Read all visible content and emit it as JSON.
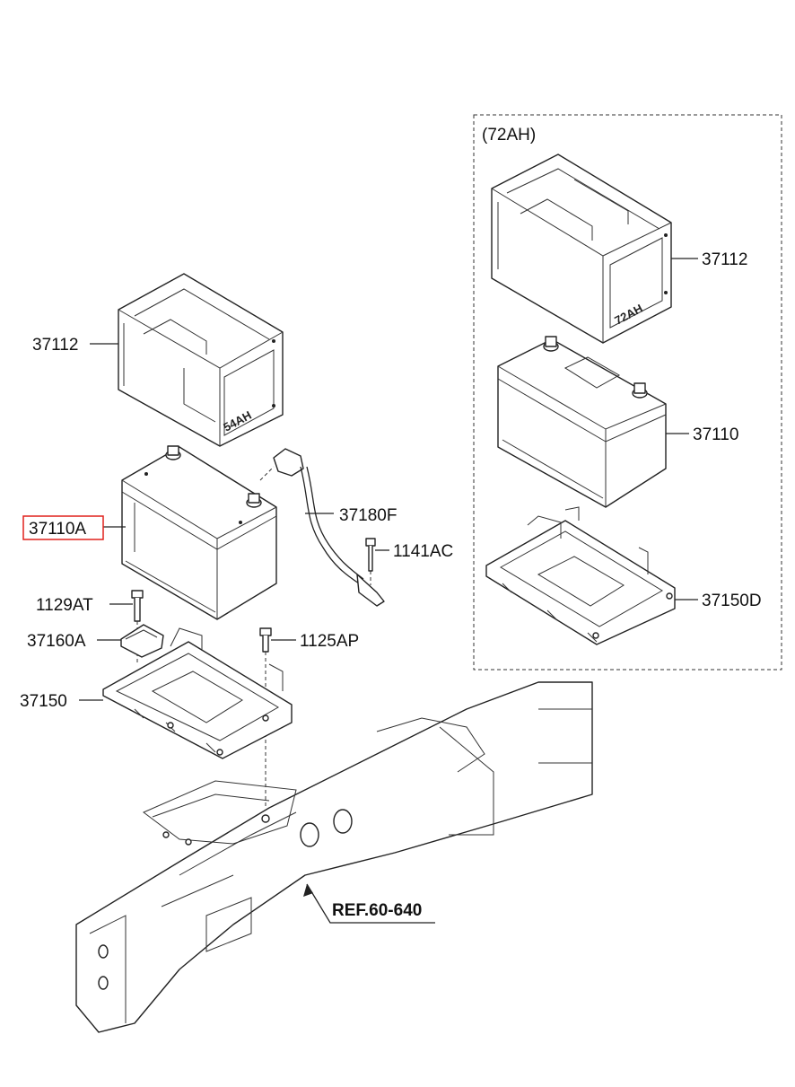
{
  "variant_box": {
    "title": "(72AH)"
  },
  "labels": {
    "p37112_left": "37112",
    "p37110a": "37110A",
    "p37180f": "37180F",
    "p1141ac": "1141AC",
    "p1129at": "1129AT",
    "p37160a": "37160A",
    "p1125ap": "1125AP",
    "p37150": "37150",
    "p37112_right": "37112",
    "p37110": "37110",
    "p37150d": "37150D",
    "ref": "REF.60-640"
  },
  "tray_marks": {
    "left": "54AH",
    "right": "72AH"
  },
  "colors": {
    "highlight": "#e0201b",
    "line": "#222222"
  }
}
